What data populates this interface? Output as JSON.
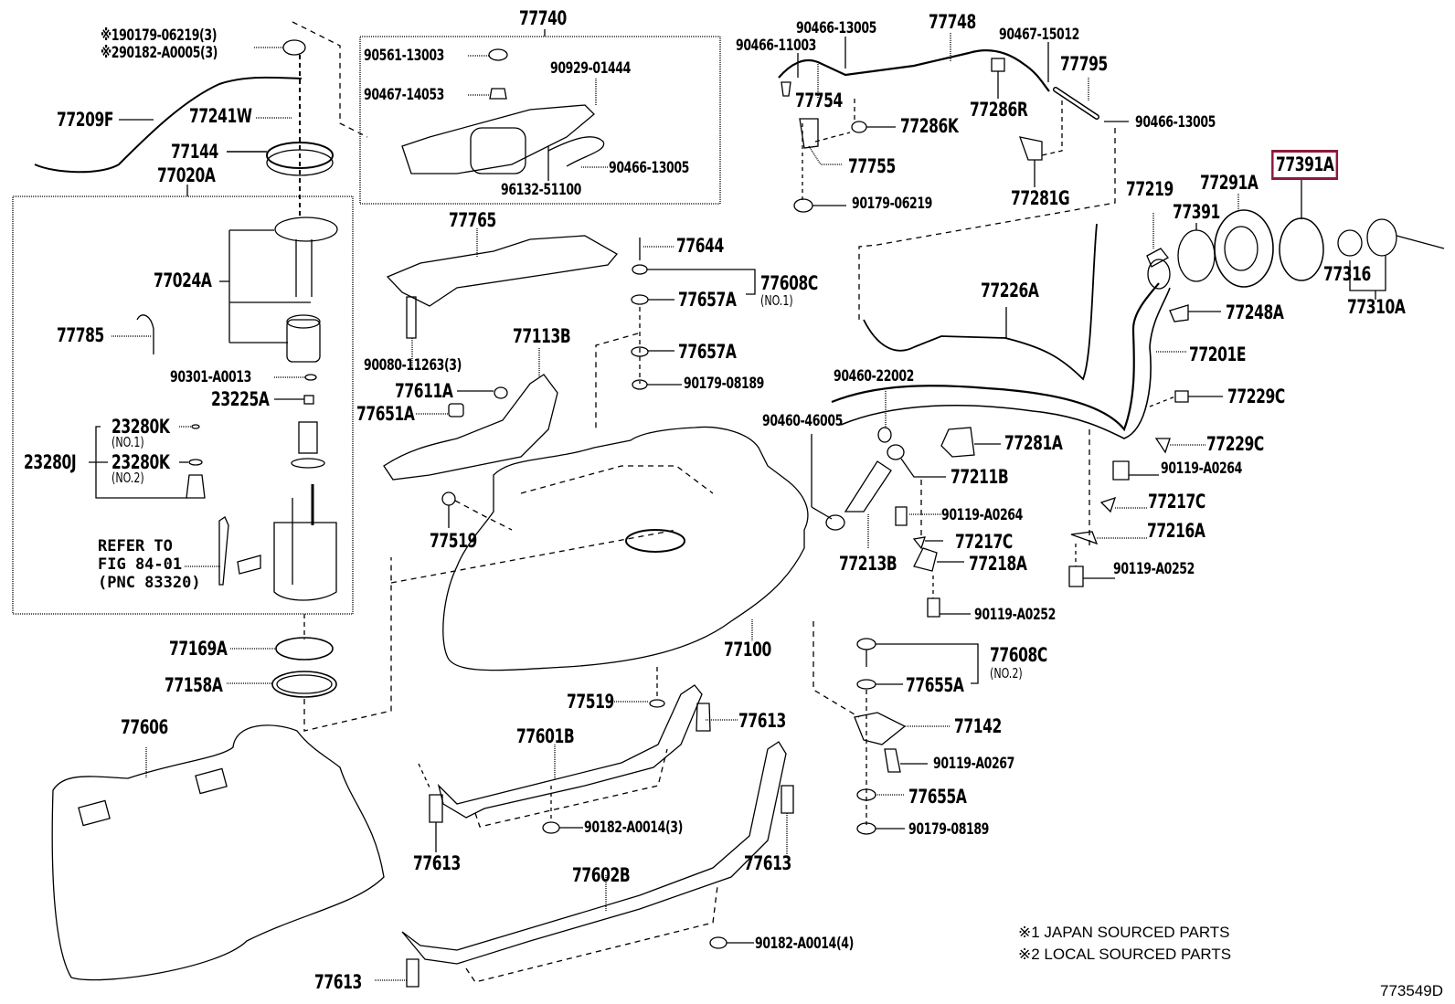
{
  "diagram": {
    "figure_id": "773549D",
    "highlight_color": "#8b1a3a",
    "highlighted_part": "77391A",
    "notes": [
      "※1 JAPAN SOURCED PARTS",
      "※2 LOCAL SOURCED PARTS"
    ],
    "refer_note": [
      "REFER TO",
      "FIG 84-01",
      "(PNC 83320)"
    ],
    "labels": {
      "p90179_06219_3": "※190179-06219(3)",
      "p90182_A0005_3": "※290182-A0005(3)",
      "p77209F": "77209F",
      "p77241W": "77241W",
      "p77144": "77144",
      "p77020A": "77020A",
      "p77024A": "77024A",
      "p77785": "77785",
      "p90301_A0013": "90301-A0013",
      "p23225A": "23225A",
      "p23280K_1": "23280K",
      "p23280K_1_sub": "(NO.1)",
      "p23280J": "23280J",
      "p23280K_2": "23280K",
      "p23280K_2_sub": "(NO.2)",
      "p77169A": "77169A",
      "p77158A": "77158A",
      "p77606": "77606",
      "p77740": "77740",
      "p90561_13003": "90561-13003",
      "p90929_01444": "90929-01444",
      "p90467_14053": "90467-14053",
      "p90466_13005_a": "90466-13005",
      "p96132_51100": "96132-51100",
      "p90466_13005_b": "90466-13005",
      "p90466_11003": "90466-11003",
      "p77748": "77748",
      "p90467_15012": "90467-15012",
      "p77795": "77795",
      "p77754": "77754",
      "p77286R": "77286R",
      "p77286K": "77286K",
      "p77755": "77755",
      "p90179_06219": "90179-06219",
      "p77281G": "77281G",
      "p90466_13005_c": "90466-13005",
      "p77391A": "77391A",
      "p77219": "77219",
      "p77291A": "77291A",
      "p77391": "77391",
      "p77316": "77316",
      "p77310A": "77310A",
      "p77248A": "77248A",
      "p77226A": "77226A",
      "p77201E": "77201E",
      "p77229C_a": "77229C",
      "p77229C_b": "77229C",
      "p90119_A0264_a": "90119-A0264",
      "p77217C_a": "77217C",
      "p77216A": "77216A",
      "p90119_A0252_a": "90119-A0252",
      "p77765": "77765",
      "p77644": "77644",
      "p77608C_1": "77608C",
      "p77608C_1_sub": "(NO.1)",
      "p77657A_a": "77657A",
      "p77657A_b": "77657A",
      "p90179_08189_a": "90179-08189",
      "p90080_11263_3": "90080-11263(3)",
      "p77113B": "77113B",
      "p77611A": "77611A",
      "p77651A": "77651A",
      "p90460_22002": "90460-22002",
      "p90460_46005": "90460-46005",
      "p77281A": "77281A",
      "p77211B": "77211B",
      "p90119_A0264_b": "90119-A0264",
      "p77217C_b": "77217C",
      "p77213B": "77213B",
      "p77218A": "77218A",
      "p90119_A0252_b": "90119-A0252",
      "p77519_a": "77519",
      "p77100": "77100",
      "p77519_b": "77519",
      "p77608C_2": "77608C",
      "p77608C_2_sub": "(NO.2)",
      "p77655A_a": "77655A",
      "p77142": "77142",
      "p90119_A0267": "90119-A0267",
      "p77655A_b": "77655A",
      "p90179_08189_b": "90179-08189",
      "p77601B": "77601B",
      "p77613_a": "77613",
      "p77613_b": "77613",
      "p90182_A0014_3": "90182-A0014(3)",
      "p77613_c": "77613",
      "p77602B": "77602B",
      "p90182_A0014_4": "90182-A0014(4)",
      "p77613_d": "77613"
    }
  }
}
